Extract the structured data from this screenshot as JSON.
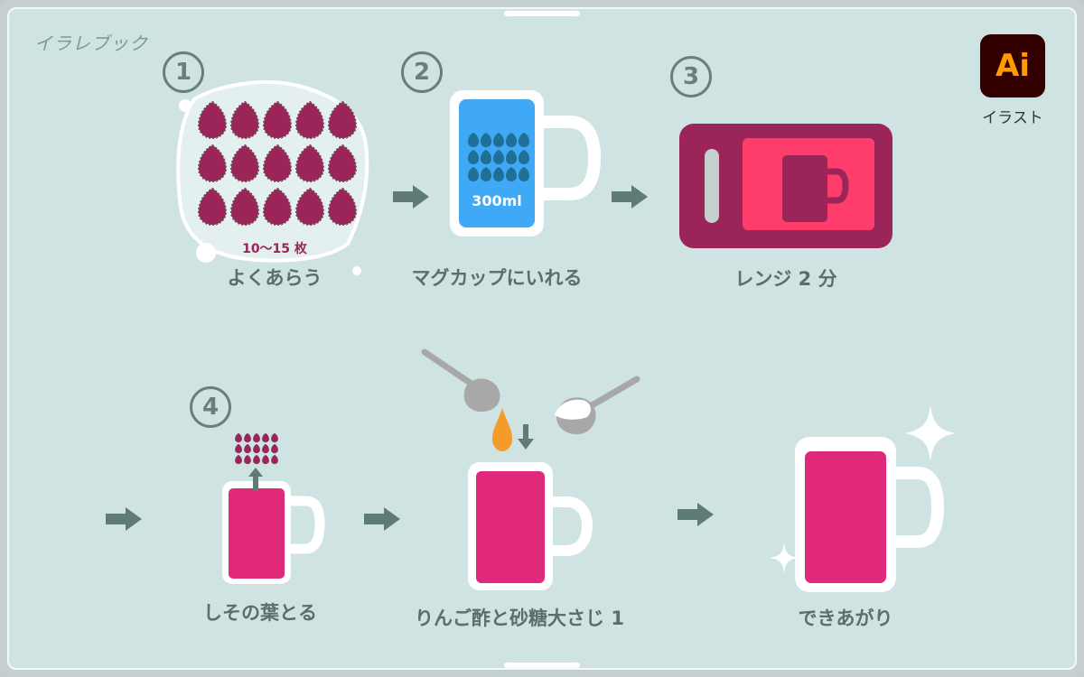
{
  "brand": "イラレブック",
  "ai_badge": {
    "text": "Ai",
    "caption": "イラスト"
  },
  "steps": [
    {
      "number": "1",
      "label": "よくあらう",
      "annotation": "10～15 枚"
    },
    {
      "number": "2",
      "label": "マグカップにいれる",
      "annotation": "300ml"
    },
    {
      "number": "3",
      "label": "レンジ 2 分"
    },
    {
      "number": "4",
      "label": "しその葉とる"
    },
    {
      "label": "りんご酢と砂糖大さじ 1"
    },
    {
      "label": "できあがり"
    }
  ],
  "colors": {
    "background": "#cfe3e3",
    "leaf": "#9b2458",
    "drink": "#e0297a",
    "microwave_body": "#9b2458",
    "microwave_window": "#ff3d6c",
    "water": "#3fa9f5",
    "arrow": "#5e7b76",
    "vinegar_drop": "#f39c2c",
    "spoon": "#a8a8a8",
    "ai_badge_bg": "#330000",
    "ai_badge_fg": "#ff9a00"
  },
  "icons": [
    "leaf-icon",
    "mug-icon",
    "microwave-icon",
    "spoon-icon",
    "drop-icon",
    "sparkle-icon",
    "arrow-right-icon"
  ]
}
